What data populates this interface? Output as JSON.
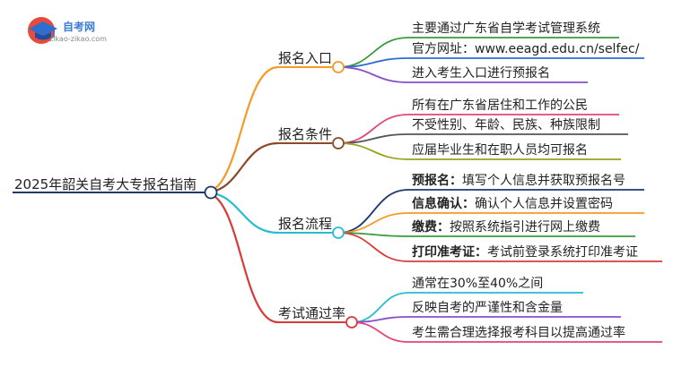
{
  "logo": {
    "icon": "graduation-cap-logo",
    "name": "自考网",
    "url_text": "zikao-zikao.com"
  },
  "root": {
    "label": "2025年韶关自考大专报名指南",
    "color": "#1a3a6b"
  },
  "branches": [
    {
      "label": "报名入口",
      "color": "#f59a23",
      "leaves": [
        {
          "prefix": "",
          "text": "主要通过广东省自学考试管理系统",
          "color": "#3a9b3a"
        },
        {
          "prefix": "",
          "text": "官方网址：www.eeagd.edu.cn/selfec/",
          "color": "#2e6ecf"
        },
        {
          "prefix": "",
          "text": "进入考生入口进行预报名",
          "color": "#8a4fc7"
        }
      ]
    },
    {
      "label": "报名条件",
      "color": "#8b4a2b",
      "leaves": [
        {
          "prefix": "",
          "text": "所有在广东省居住和工作的公民",
          "color": "#e0457b"
        },
        {
          "prefix": "",
          "text": "不受性别、年龄、民族、种族限制",
          "color": "#555555"
        },
        {
          "prefix": "",
          "text": "应届毕业生和在职人员均可报名",
          "color": "#9aa31e"
        }
      ]
    },
    {
      "label": "报名流程",
      "color": "#27bcd0",
      "leaves": [
        {
          "prefix": "预报名：",
          "text": "填写个人信息并获取预报名号",
          "color": "#1a3a6b"
        },
        {
          "prefix": "信息确认：",
          "text": "确认个人信息并设置密码",
          "color": "#f59a23"
        },
        {
          "prefix": "缴费：",
          "text": "按照系统指引进行网上缴费",
          "color": "#3a9b3a"
        },
        {
          "prefix": "打印准考证：",
          "text": "考试前登录系统打印准考证",
          "color": "#d93a3a"
        }
      ]
    },
    {
      "label": "考试通过率",
      "color": "#d93a3a",
      "leaves": [
        {
          "prefix": "",
          "text": "通常在30%至40%之间",
          "color": "#27bcd0"
        },
        {
          "prefix": "",
          "text": "反映自考的严谨性和含金量",
          "color": "#8a4fc7"
        },
        {
          "prefix": "",
          "text": "考生需合理选择报考科目以提高通过率",
          "color": "#e0457b"
        }
      ]
    }
  ]
}
